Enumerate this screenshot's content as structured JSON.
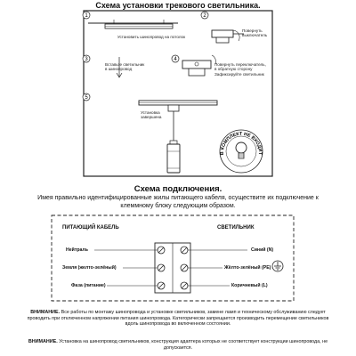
{
  "install": {
    "title": "Схема установки трекового светильника.",
    "steps": [
      "1",
      "2",
      "3",
      "4",
      "5"
    ],
    "labels": {
      "busbar_install": "Установить шинопровод на потолок",
      "rotate": "Повернуть\nвыключатель",
      "insert": "Вставьте светильник\nв шинопровод",
      "rotate_lock": "Повернуть переключатель,\nв обратную сторону\nЗафиксируйте светильник",
      "done": "Установка\nзавершена"
    },
    "badge": "В КОМПЛЕКТ НЕ ВХОДИТ"
  },
  "connection": {
    "title": "Схема подключения.",
    "subtitle": "Имея правильно идентифицированные жилы питающего кабеля, осуществите их подключение к клеммному блоку следующим образом.",
    "left_header": "ПИТАЮЩИЙ КАБЕЛЬ",
    "right_header": "СВЕТИЛЬНИК",
    "rows": [
      {
        "left": "Нейтраль",
        "right": "Синий (N)"
      },
      {
        "left": "Земля (желто-зелёный)",
        "right": "Жёлто-зелёный (PE)"
      },
      {
        "left": "Фаза (питание)",
        "right": "Коричневый (L)"
      }
    ]
  },
  "warnings": [
    {
      "label": "ВНИМАНИЕ.",
      "text": " Все работы по монтажу шинопровода и установке светильников, замене ламп и техническому обслуживанию следует проводить при отключенном напряжении питания шинопровода. Категорически запрещается производить перемещение светильников вдоль шинопровода во включенном состоянии."
    },
    {
      "label": "ВНИМАНИЕ.",
      "text": " Установка на шинопровод светильников, конструкция адаптера которых не соответствует конструкции шинопровода, не допускается."
    }
  ]
}
